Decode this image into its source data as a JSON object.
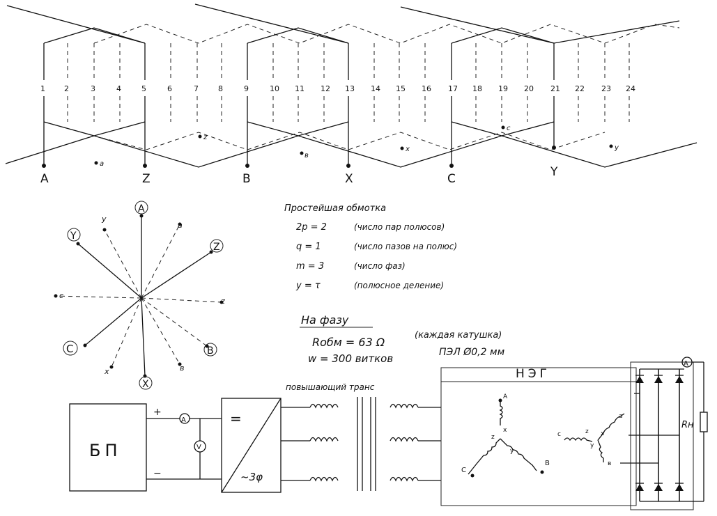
{
  "winding": {
    "slot_numbers": [
      "1",
      "2",
      "3",
      "4",
      "5",
      "6",
      "7",
      "8",
      "9",
      "10",
      "11",
      "12",
      "13",
      "14",
      "15",
      "16",
      "17",
      "18",
      "19",
      "20",
      "21",
      "22",
      "23",
      "24"
    ],
    "terminals_upper": [
      "A",
      "Z",
      "B",
      "X",
      "C",
      "Y"
    ],
    "terminals_lower": [
      "a",
      "z",
      "в",
      "x",
      "c",
      "y"
    ]
  },
  "star": {
    "labels_circled": [
      "A",
      "Z",
      "B",
      "X",
      "C",
      "Y"
    ],
    "labels_small": [
      "a",
      "z",
      "в",
      "x",
      "c",
      "y"
    ]
  },
  "notes": {
    "title": "Простейшая обмотка",
    "p_eq": "2p = 2",
    "p_desc": "(число пар полюсов)",
    "q_eq": "q = 1",
    "q_desc": "(число пазов на полюс)",
    "m_eq": "m = 3",
    "m_desc": "(число фаз)",
    "y_eq": "y = τ",
    "y_desc": "(полюсное деление)",
    "per_phase": "На фазу",
    "r_eq": "Rобм = 63 Ω",
    "r_desc": "(каждая катушка)",
    "w_eq": "w = 300 витков",
    "w_desc": "ПЭЛ Ø0,2 мм"
  },
  "circuit": {
    "psu": "БП",
    "plus": "+",
    "minus": "−",
    "ammeter": "A",
    "voltmeter": "V",
    "inverter_dc": "=",
    "inverter_ac": "~3φ",
    "transformer": "повышающий транс",
    "generator": "НЭГ",
    "gen_terminals": [
      "A",
      "x",
      "z",
      "y",
      "C",
      "B"
    ],
    "rect_terminals": [
      "c",
      "z",
      "x",
      "y",
      "a",
      "в"
    ],
    "load": "Rн",
    "out_ammeter": "A"
  }
}
